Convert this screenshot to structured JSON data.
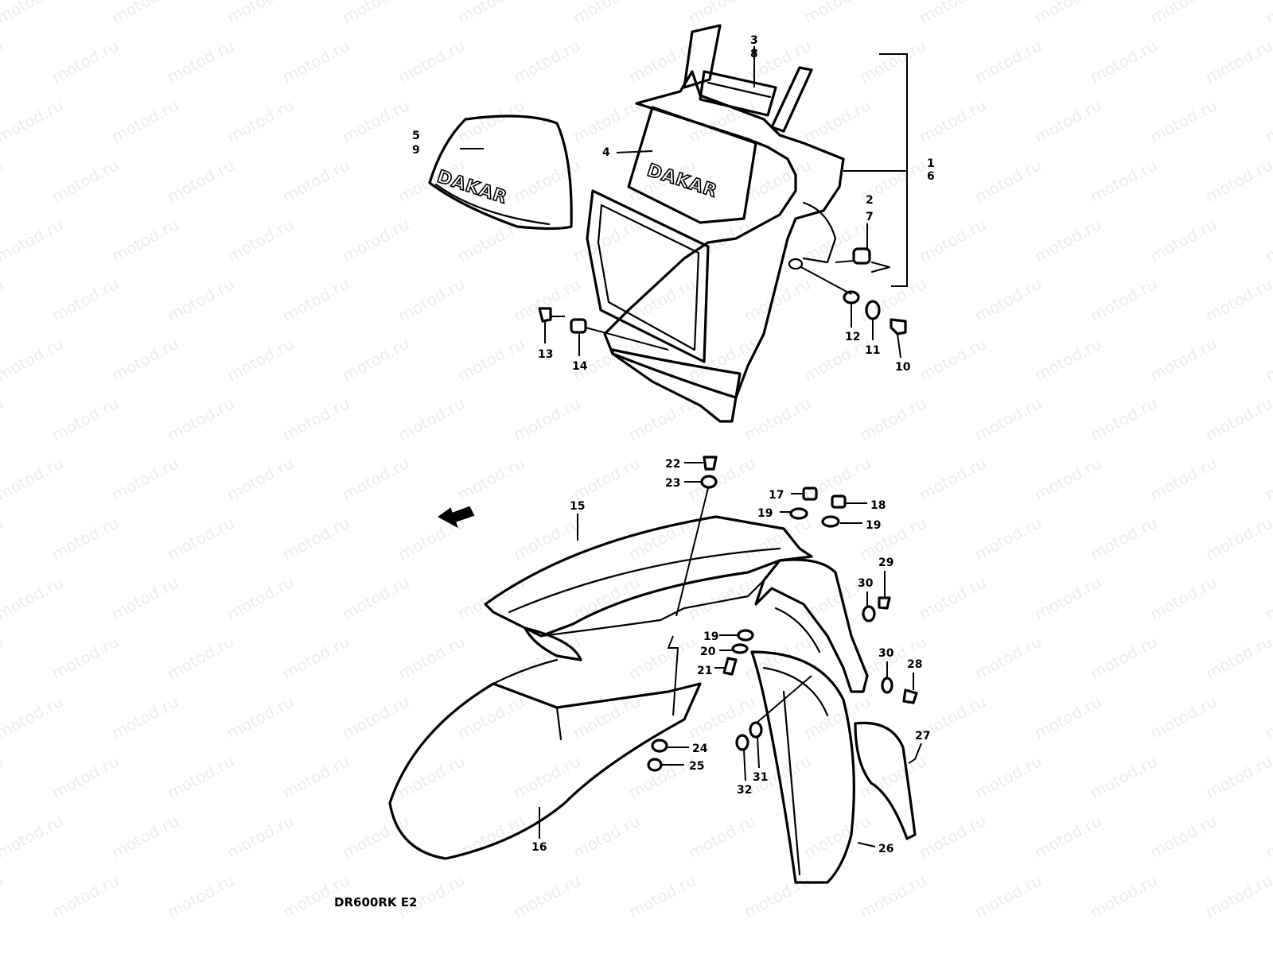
{
  "diagram_code": "DR600RK E2",
  "watermark": "motod.ru",
  "callouts": {
    "c1_6": [
      "1",
      "6"
    ],
    "c2_7": [
      "2",
      "7"
    ],
    "c3_8": [
      "3",
      "8"
    ],
    "c4": "4",
    "c5_9": [
      "5",
      "9"
    ],
    "c10": "10",
    "c11": "11",
    "c12": "12",
    "c13": "13",
    "c14": "14",
    "c15": "15",
    "c16": "16",
    "c17": "17",
    "c18": "18",
    "c19a": "19",
    "c19b": "19",
    "c19c": "19",
    "c20": "20",
    "c21": "21",
    "c22": "22",
    "c23": "23",
    "c24": "24",
    "c25": "25",
    "c26": "26",
    "c27": "27",
    "c28": "28",
    "c29": "29",
    "c30a": "30",
    "c30b": "30",
    "c31": "31",
    "c32": "32"
  },
  "decals": {
    "visor_decal": "DAKAR",
    "headlight_decal": "DAKAR"
  },
  "icons": {
    "front_arrow": "arrow-front-icon"
  }
}
